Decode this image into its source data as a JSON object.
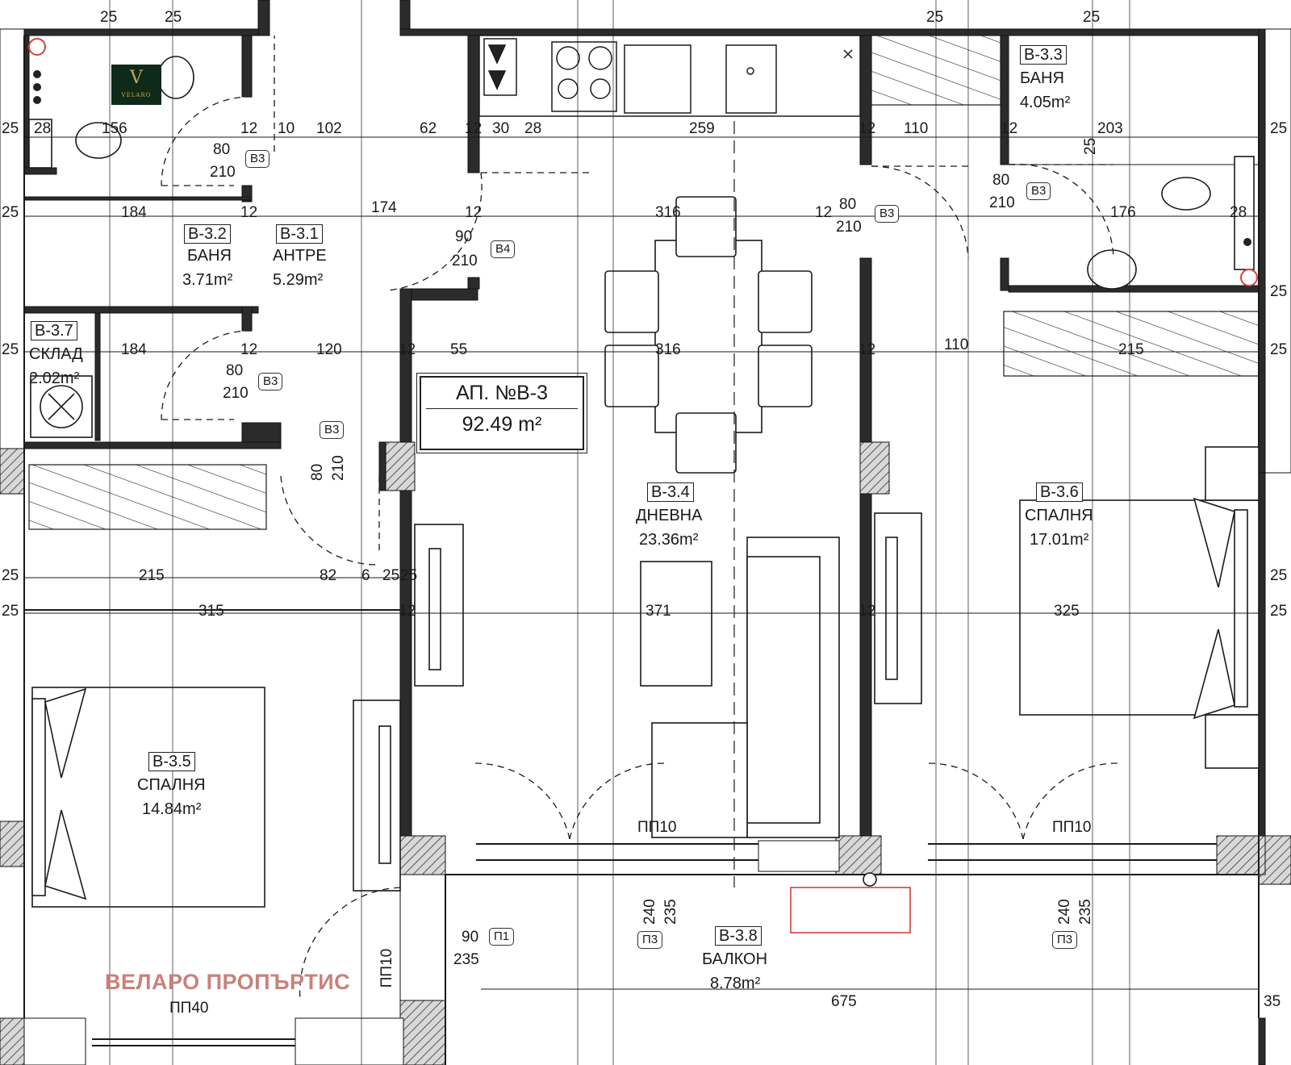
{
  "apartment": {
    "number": "АП. №В-3",
    "area": "92.49 m²"
  },
  "rooms": [
    {
      "id": "В-3.1",
      "name": "АНТРЕ",
      "area": "5.29m²"
    },
    {
      "id": "В-3.2",
      "name": "БАНЯ",
      "area": "3.71m²"
    },
    {
      "id": "В-3.3",
      "name": "БАНЯ",
      "area": "4.05m²"
    },
    {
      "id": "В-3.4",
      "name": "ДНЕВНА",
      "area": "23.36m²"
    },
    {
      "id": "В-3.5",
      "name": "СПАЛНЯ",
      "area": "14.84m²"
    },
    {
      "id": "В-3.6",
      "name": "СПАЛНЯ",
      "area": "17.01m²"
    },
    {
      "id": "В-3.7",
      "name": "СКЛАД",
      "area": "2.02m²"
    },
    {
      "id": "В-3.8",
      "name": "БАЛКОН",
      "area": "8.78m²"
    }
  ],
  "door_tags": [
    "В3",
    "В3",
    "В3",
    "В3",
    "В3",
    "В4",
    "П1",
    "П3",
    "П3",
    "ПП10",
    "ПП10",
    "ПП10",
    "ПП40"
  ],
  "dimensions": [
    "25",
    "25",
    "25",
    "25",
    "25",
    "25",
    "25",
    "25",
    "25",
    "25",
    "25",
    "25",
    "25",
    "25",
    "25",
    "28",
    "156",
    "12",
    "10",
    "102",
    "62",
    "12",
    "30",
    "28",
    "259",
    "12",
    "110",
    "12",
    "203",
    "25",
    "184",
    "12",
    "174",
    "12",
    "316",
    "12",
    "176",
    "28",
    "184",
    "12",
    "120",
    "12",
    "55",
    "316",
    "12",
    "110",
    "215",
    "215",
    "82",
    "6",
    "25",
    "315",
    "12",
    "371",
    "12",
    "325",
    "675",
    "35"
  ],
  "opening_sizes": [
    {
      "w": "80",
      "h": "210"
    },
    {
      "w": "80",
      "h": "210"
    },
    {
      "w": "80",
      "h": "210"
    },
    {
      "w": "80",
      "h": "210"
    },
    {
      "w": "80",
      "h": "210"
    },
    {
      "w": "90",
      "h": "210"
    },
    {
      "w": "90",
      "h": "235"
    },
    {
      "w": "240",
      "h": "235"
    },
    {
      "w": "240",
      "h": "235"
    }
  ],
  "brand": {
    "watermark": "ВЕЛАРО ПРОПЪРТИС",
    "logo_mark": "V",
    "logo_word": "VELARO"
  },
  "colors": {
    "wall": "#2b2b2b",
    "line": "#1a1a1a",
    "watermark": "#c8827a",
    "logo_bg": "#0e2a18",
    "logo_fg": "#c9a45c",
    "outlet": "#d94040"
  }
}
